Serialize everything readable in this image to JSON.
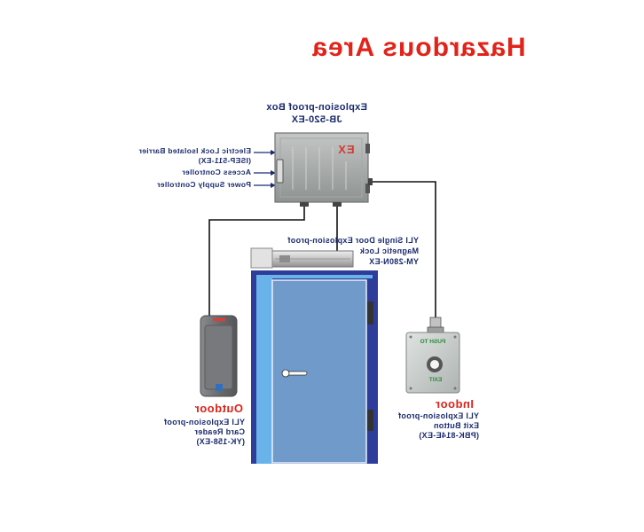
{
  "title": "Hazardous Area",
  "junction_box": {
    "label_lines": [
      "Explosion-proof Box",
      "JB-520-EX"
    ],
    "mark": "EX"
  },
  "inputs": {
    "barrier": "Electric Lock Isolated Barrier",
    "barrier_model": "(ISEP-511-EX)",
    "access": "Access Controller",
    "power": "Power Supply Controller"
  },
  "magnetic_lock": {
    "lines": [
      "YLI Single Door Explosion-proof",
      "Magnetic Lock",
      "YM-280N-EX"
    ]
  },
  "outdoor": {
    "heading": "Outdoor",
    "lines": [
      "YLI Explosion-proof",
      "Card Reader",
      "(YK-158-EX)"
    ]
  },
  "indoor": {
    "heading": "Indoor",
    "lines": [
      "YLI Explosion-proof",
      "Exit Button",
      "(PBK-814E-EX)"
    ]
  },
  "exit_button": {
    "top_text": "PUSH TO",
    "bottom_text": "EXIT"
  },
  "colors": {
    "title": "#e2231a",
    "label": "#1b2b6e",
    "heading": "#d9251d",
    "button_text": "#2a8a3a",
    "door_frame": "#2e3d9a",
    "door_panel": "#6f9ac9",
    "wire": "#111111"
  }
}
